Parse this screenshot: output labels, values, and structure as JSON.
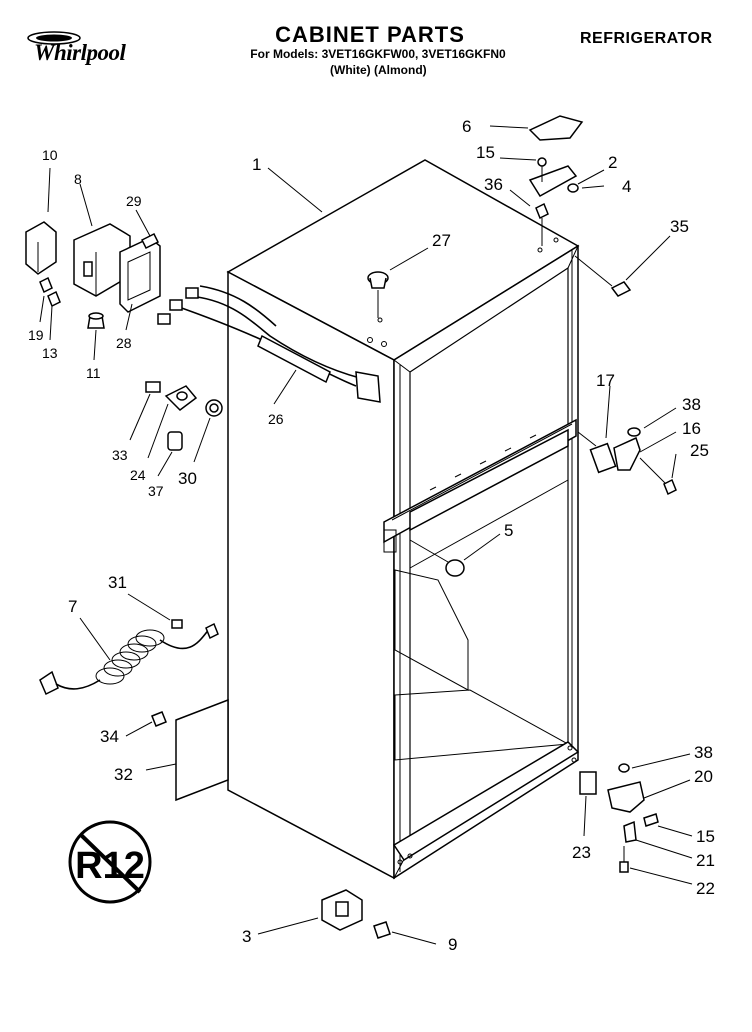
{
  "header": {
    "brand": "Whirlpool",
    "title": "CABINET PARTS",
    "models_line": "For Models: 3VET16GKFW00, 3VET16GKFN0",
    "variants_line": "(White)    (Almond)",
    "category": "REFRIGERATOR"
  },
  "badge": {
    "label": "R12",
    "meaning": "no-R12-symbol"
  },
  "callouts": {
    "c1": "1",
    "c2": "2",
    "c3": "3",
    "c4": "4",
    "c5": "5",
    "c6": "6",
    "c7": "7",
    "c8": "8",
    "c9": "9",
    "c10": "10",
    "c11": "11",
    "c13": "13",
    "c15a": "15",
    "c15b": "15",
    "c16": "16",
    "c17": "17",
    "c19": "19",
    "c20": "20",
    "c21": "21",
    "c22": "22",
    "c23": "23",
    "c24": "24",
    "c25": "25",
    "c26": "26",
    "c27": "27",
    "c28": "28",
    "c29": "29",
    "c30": "30",
    "c31": "31",
    "c32": "32",
    "c33": "33",
    "c34": "34",
    "c35": "35",
    "c36": "36",
    "c37": "37",
    "c38a": "38",
    "c38b": "38"
  }
}
